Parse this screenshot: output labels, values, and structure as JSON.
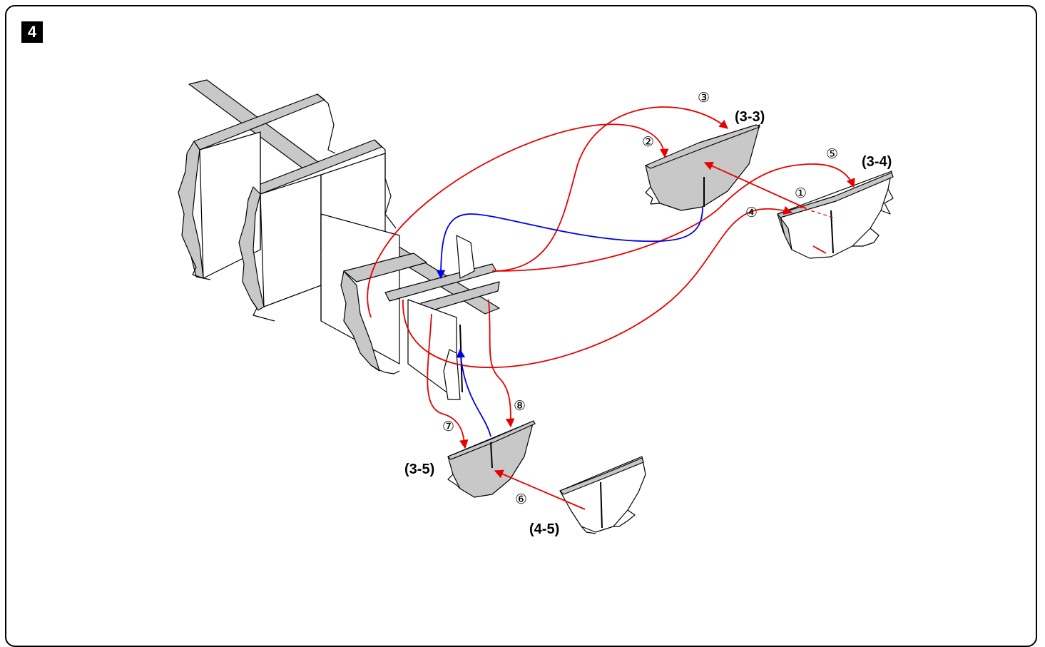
{
  "step_number": "4",
  "part_labels": {
    "p33": "(3-3)",
    "p34": "(3-4)",
    "p35": "(3-5)",
    "p45": "(4-5)"
  },
  "step_markers": {
    "s1": "①",
    "s2": "②",
    "s3": "③",
    "s4": "④",
    "s5": "⑤",
    "s6": "⑥",
    "s7": "⑦",
    "s8": "⑧"
  },
  "colors": {
    "line": "#000000",
    "fill_gray": "#c8c8c8",
    "arrow_red": "#e60000",
    "arrow_blue": "#0000e6"
  }
}
